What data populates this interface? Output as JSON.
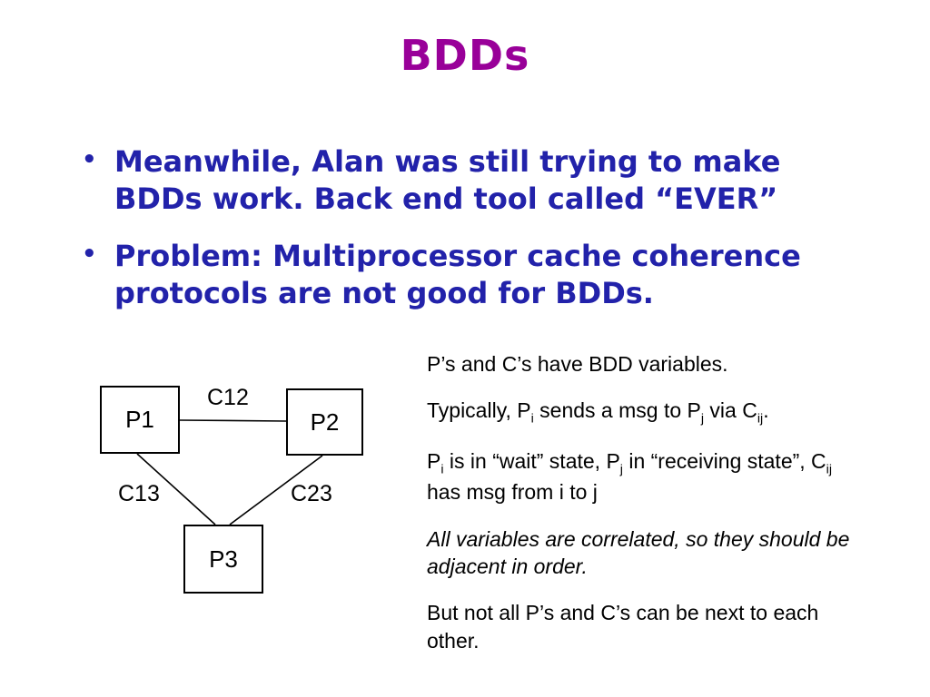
{
  "slide": {
    "title": "BDDs"
  },
  "bullets": [
    {
      "marker": "•",
      "text": "Meanwhile, Alan was still trying to make BDDs work.  Back end tool called “EVER”"
    },
    {
      "marker": "•",
      "text": "Problem:  Multiprocessor cache coherence protocols are not good for BDDs."
    }
  ],
  "diagram": {
    "nodes": [
      {
        "label": "P1"
      },
      {
        "label": "P2"
      },
      {
        "label": "P3"
      }
    ],
    "edges": [
      {
        "label": "C12"
      },
      {
        "label": "C13"
      },
      {
        "label": "C23"
      }
    ]
  },
  "notes": {
    "p1": "P’s and C’s have BDD variables.",
    "p2": [
      "Typically, P",
      "i",
      " sends a msg to P",
      "j",
      " via C",
      "ij",
      "."
    ],
    "p3": [
      "P",
      "i",
      " is in “wait” state, P",
      "j",
      " in “receiving state”, C",
      "ij",
      " has msg from i to j"
    ],
    "p4": "All variables are correlated, so they should be adjacent in order.",
    "p5": "But not all P’s and C’s can be next to each other."
  },
  "colors": {
    "title": "#990099",
    "body": "#2222AA",
    "text": "#000000"
  }
}
